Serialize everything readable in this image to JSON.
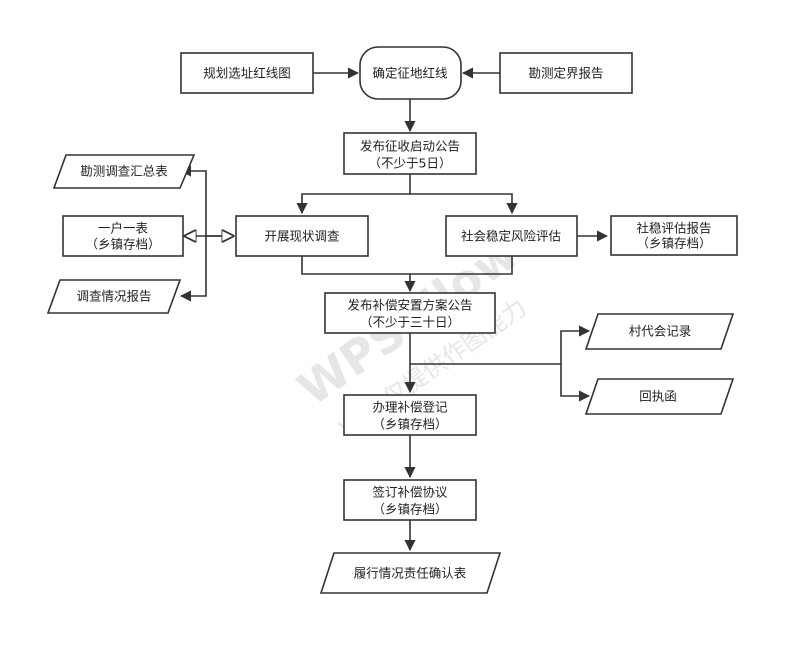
{
  "watermark": {
    "line1": "WPS Flow",
    "line2": "WPS仅提供作图能力"
  },
  "nodes": {
    "planning_redline_map": "规划选址红线图",
    "confirm_redline": "确定征地红线",
    "survey_report": "勘测定界报告",
    "launch_notice": "发布征收启动公告",
    "launch_notice_sub": "（不少于5日）",
    "survey_summary": "勘测调查汇总表",
    "one_household_form": "一户一表",
    "one_household_form_sub": "（乡镇存档）",
    "survey_situation_report": "调查情况报告",
    "status_survey": "开展现状调查",
    "stability_assessment": "社会稳定风险评估",
    "stability_report": "社稳评估报告",
    "stability_report_sub": "（乡镇存档）",
    "compensation_plan_notice": "发布补偿安置方案公告",
    "compensation_plan_notice_sub": "（不少于三十日）",
    "village_meeting_record": "村代会记录",
    "receipt_letter": "回执函",
    "compensation_registration": "办理补偿登记",
    "compensation_registration_sub": "（乡镇存档）",
    "compensation_agreement": "签订补偿协议",
    "compensation_agreement_sub": "（乡镇存档）",
    "performance_confirmation": "履行情况责任确认表"
  }
}
